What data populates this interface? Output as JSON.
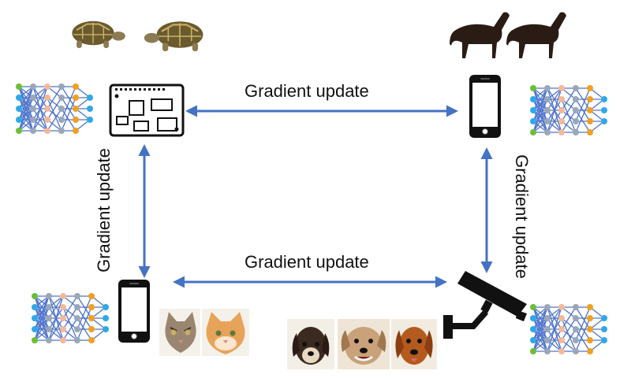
{
  "edges": {
    "top": "Gradient update",
    "bottom": "Gradient update",
    "left": "Gradient update",
    "right": "Gradient update"
  },
  "colors": {
    "arrow": "#4472c4",
    "nn_blue": "#3a64c8",
    "node_green": "#6bbf3a",
    "node_blue": "#2fa8e8",
    "node_orange": "#f0a020",
    "node_peach": "#f5b89a",
    "node_gray": "#9aa7b8"
  },
  "icons": {
    "top_left_device": "raspberry-pi-board-icon",
    "top_right_device": "smartphone-icon",
    "bottom_left_device": "smartphone-icon",
    "bottom_right_device": "security-camera-icon"
  },
  "data_images": {
    "top_left": "turtles",
    "top_right": "horses",
    "bottom_left": "cats",
    "bottom_right": "dogs"
  }
}
